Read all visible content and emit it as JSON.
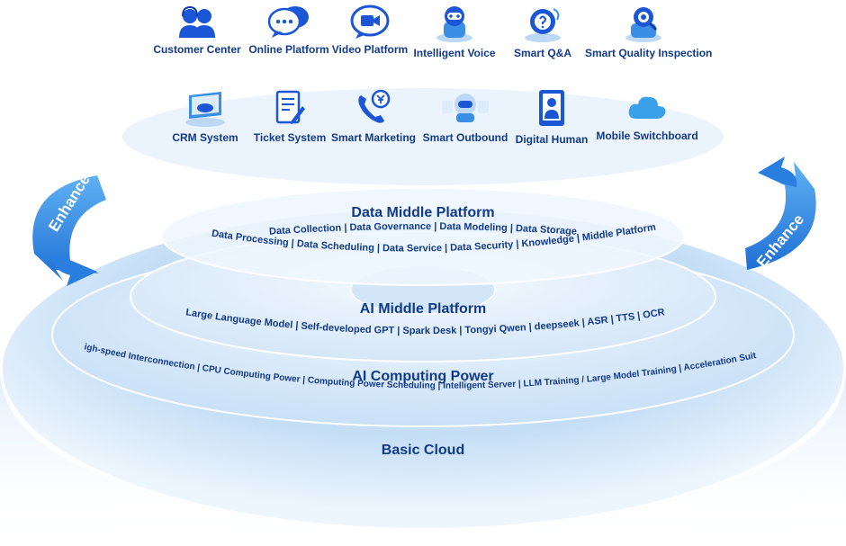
{
  "top_icons": [
    {
      "label": "Customer Center",
      "icon": "headset-team-icon"
    },
    {
      "label": "Online Platform",
      "icon": "chat-bubbles-icon"
    },
    {
      "label": "Video Platform",
      "icon": "video-camera-icon"
    },
    {
      "label": "Intelligent Voice",
      "icon": "voice-robot-icon"
    },
    {
      "label": "Smart Q&A",
      "icon": "qa-robot-icon"
    },
    {
      "label": "Smart Quality Inspection",
      "icon": "inspection-robot-icon"
    }
  ],
  "app_icons": [
    {
      "label": "CRM System",
      "icon": "crm-monitor-icon"
    },
    {
      "label": "Ticket System",
      "icon": "ticket-document-icon"
    },
    {
      "label": "Smart Marketing",
      "icon": "phone-yen-icon"
    },
    {
      "label": "Smart Outbound",
      "icon": "outbound-robot-icon"
    },
    {
      "label": "Digital Human",
      "icon": "digital-human-icon"
    },
    {
      "label": "Mobile Switchboard",
      "icon": "cloud-icon"
    }
  ],
  "layers": {
    "data_middle": {
      "title": "Data Middle Platform",
      "line1": "Data Collection | Data Governance | Data Modeling | Data Storage",
      "line2": "Data Processing | Data Scheduling | Data Service | Data Security | Knowledge | Middle Platform"
    },
    "ai_middle": {
      "title": "AI Middle Platform",
      "line1": "Large Language Model | Self-developed GPT | Spark Desk | Tongyi Qwen | deepseek | ASR | TTS | OCR"
    },
    "computing": {
      "title": "AI Computing Power",
      "line1": "High-speed Interconnection | CPU Computing Power | Computing Power Scheduling | Intelligent Server | LLM Training / Large Model Training | Acceleration Suite"
    },
    "basic_cloud": {
      "title": "Basic Cloud"
    }
  },
  "enhance_left": "Enhance",
  "enhance_right": "Enhance",
  "colors": {
    "text": "#123a8a",
    "icon": "#1a56d6",
    "accent": "#3a8ee6"
  }
}
